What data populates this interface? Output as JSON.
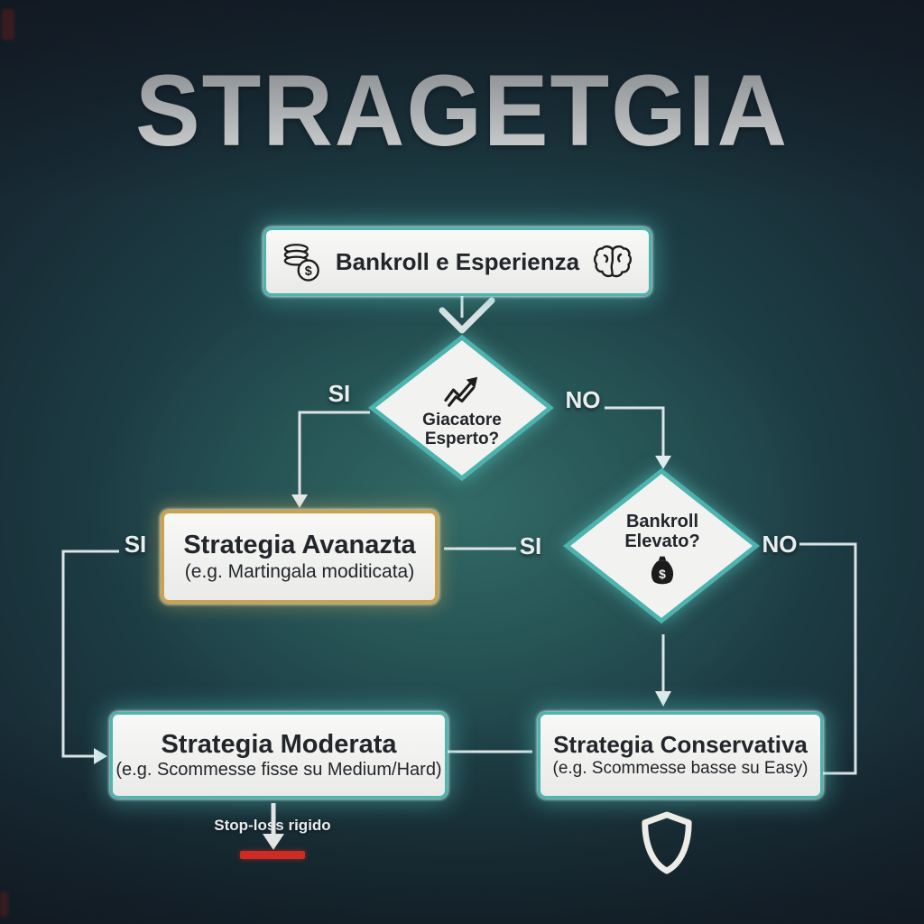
{
  "title": "STRAGETGIA",
  "flow": {
    "start": {
      "label": "Bankroll e Esperienza"
    },
    "decision_experienced": {
      "line1": "Giacatore",
      "line2": "Esperto?"
    },
    "decision_bankroll": {
      "line1": "Bankroll",
      "line2": "Elevato?"
    },
    "box_advanced": {
      "title": "Strategia Avanazta",
      "subtitle": "(e.g. Martingala moditicata)"
    },
    "box_moderate": {
      "title": "Strategia Moderata",
      "subtitle": "(e.g. Scommesse fisse su Medium/Hard)"
    },
    "box_conservative": {
      "title": "Strategia Conservativa",
      "subtitle": "(e.g. Scommesse basse su Easy)"
    }
  },
  "edges": {
    "d1_yes": "SI",
    "d1_no": "NO",
    "adv_to_d2": "SI",
    "adv_yes_left": "SI",
    "d2_no": "NO"
  },
  "footer": {
    "stop_loss": "Stop-loss rigido"
  },
  "colors": {
    "teal_border": "#4fb3ae",
    "gold_border": "#c9a352",
    "red_accent": "#cf2b23",
    "node_fill": "#f3f4f2",
    "line": "#e6ecee",
    "text_dark": "#22262b",
    "background_center": "#24504f",
    "background_edge": "#141c26"
  }
}
